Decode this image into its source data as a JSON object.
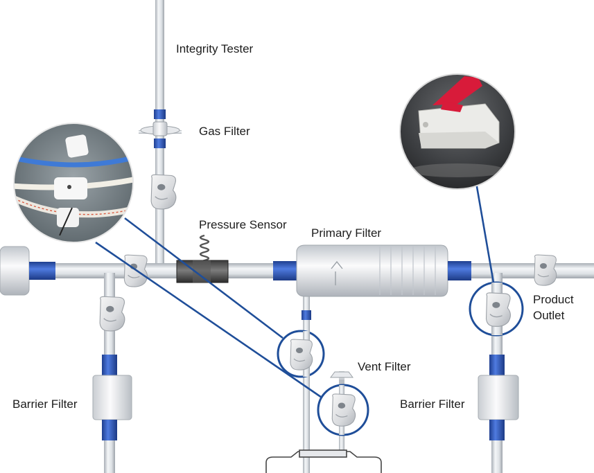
{
  "labels": {
    "integrity_tester": "Integrity Tester",
    "gas_filter": "Gas Filter",
    "pressure_sensor": "Pressure Sensor",
    "primary_filter": "Primary Filter",
    "product_outlet_line1": "Product",
    "product_outlet_line2": "Outlet",
    "vent_filter": "Vent Filter",
    "barrier_filter_left": "Barrier Filter",
    "barrier_filter_right": "Barrier Filter"
  },
  "colors": {
    "pipe": "#dfe2e6",
    "pipe_edge": "#a9afb6",
    "connector": "#2f5cb8",
    "callout": "#1f4e99",
    "clamp_red": "#d81b3a",
    "text": "#1c1c1c"
  },
  "icons": {
    "sensor_spring": "spring-coil-icon",
    "clamp": "pipe-clamp-icon"
  }
}
